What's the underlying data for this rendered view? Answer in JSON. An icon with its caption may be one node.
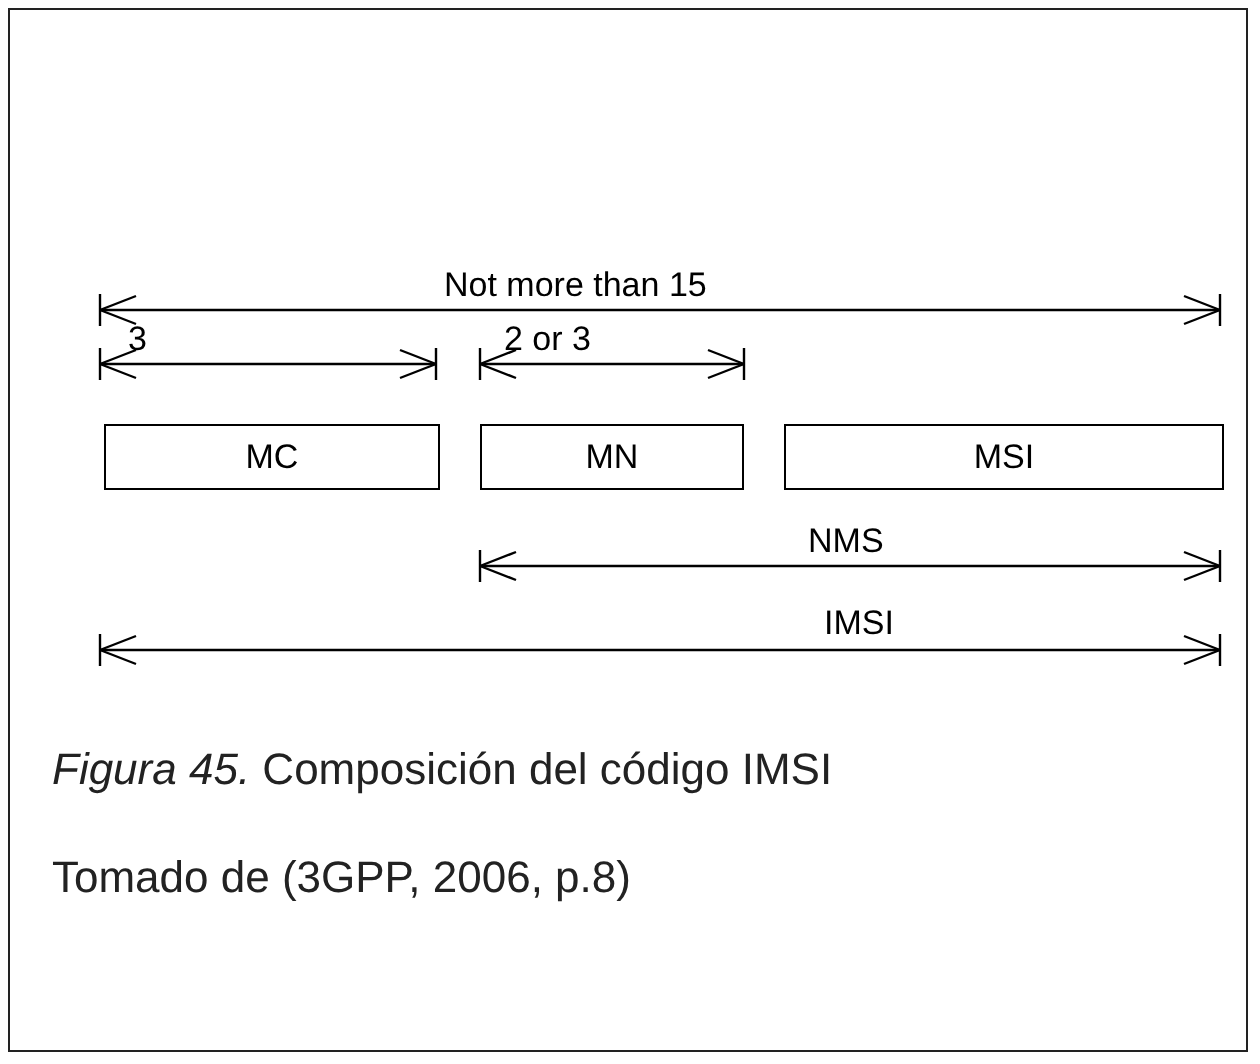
{
  "diagram": {
    "caption": "*Figura 45.* Composición del código IMSI",
    "nodes": [
      {
        "text": [
          "MC"
        ]
      },
      {
        "text": [
          "MN"
        ]
      },
      {
        "text": [
          "MSI"
        ]
      }
    ],
    "labels": [
      "Not more than 15",
      "3",
      "2 or 3",
      "NMS",
      "IMSI",
      "Tomado de (3GPP, 2006, p.8)"
    ]
  }
}
